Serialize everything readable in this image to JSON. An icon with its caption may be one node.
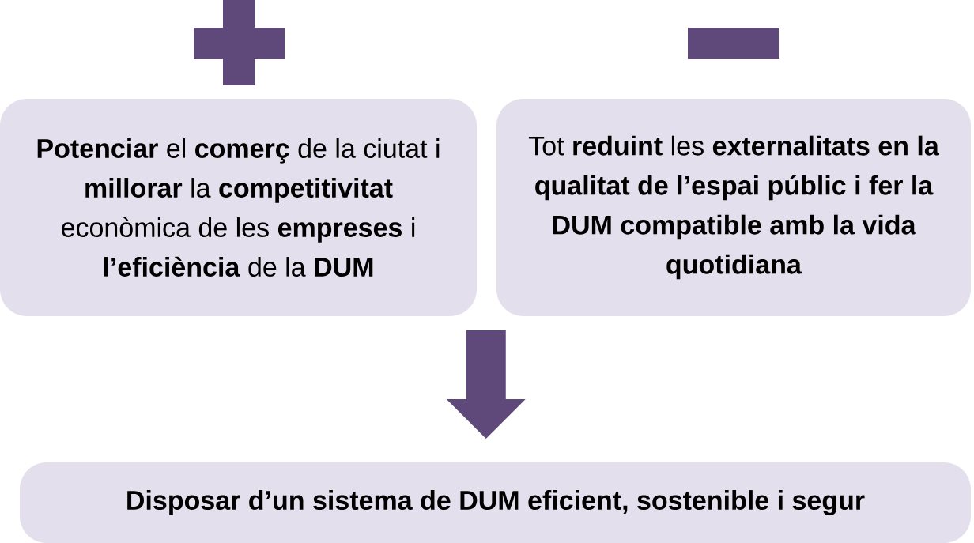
{
  "diagram": {
    "nodes": [
      {
        "text": [
          "**Potenciar** el **comerç** de la ciutat i **millorar** la **competitivitat** econòmica de les **empreses** i **l’eficiència** de la **DUM**"
        ]
      },
      {
        "text": [
          "Tot **reduint** les **externalitats en la qualitat de l’espai públic i fer la DUM compatible amb la vida quotidiana**"
        ]
      },
      {
        "text": [
          "Disposar d’un sistema de DUM eficient, sostenible i segur"
        ]
      }
    ],
    "edges": [
      {
        "from": 0,
        "to": 2,
        "arrow": "to"
      },
      {
        "from": 1,
        "to": 2,
        "arrow": "to"
      }
    ]
  }
}
